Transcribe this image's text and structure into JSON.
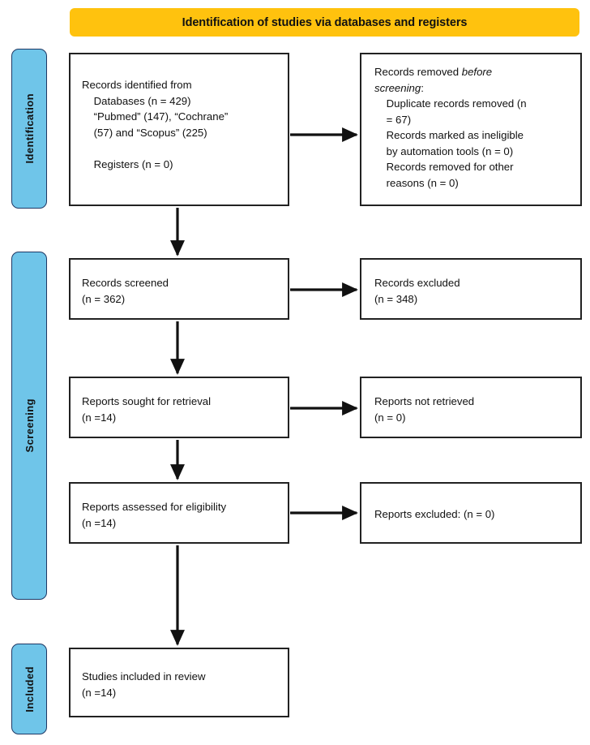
{
  "header": {
    "title": "Identification of studies via databases and registers",
    "background_color": "#FFC20E"
  },
  "phases": {
    "accent_color": "#6FC5E9",
    "border_color": "#1F3864",
    "identification": "Identification",
    "screening": "Screening",
    "included": "Included"
  },
  "boxes": {
    "identified": {
      "line1": "Records identified from",
      "line2": "    Databases (n = 429)",
      "line3": "    “Pubmed” (147), “Cochrane”",
      "line4": "    (57) and “Scopus” (225)",
      "line5": "",
      "line6": "    Registers (n = 0)"
    },
    "removed": {
      "line1_prefix": "Records removed ",
      "line1_italic": "before",
      "line2_italic": "screening",
      "line2_suffix": ":",
      "line3": "    Duplicate records removed (n",
      "line4": "    = 67)",
      "line5": "    Records marked as ineligible",
      "line6": "    by automation tools (n = 0)",
      "line7": "    Records removed for other",
      "line8": "    reasons (n = 0)"
    },
    "screened": {
      "line1": "Records screened",
      "line2": "(n = 362)"
    },
    "excluded": {
      "line1": "Records excluded",
      "line2": "(n = 348)"
    },
    "sought": {
      "line1": "Reports sought for retrieval",
      "line2": "(n =14)"
    },
    "not_retrieved": {
      "line1": "Reports not retrieved",
      "line2": "(n = 0)"
    },
    "assessed": {
      "line1": "Reports assessed for eligibility",
      "line2": "(n =14)"
    },
    "reports_excluded": {
      "line1": "Reports excluded: (n = 0)"
    },
    "included": {
      "line1": "Studies included in review",
      "line2": "(n =14)"
    }
  },
  "chart_data": {
    "type": "diagram",
    "title": "PRISMA 2020 flow diagram",
    "nodes": [
      {
        "id": "identified",
        "phase": "Identification",
        "label": "Records identified from Databases (n = 429); “Pubmed” (147), “Cochrane” (57) and “Scopus” (225); Registers (n = 0)",
        "n": 429
      },
      {
        "id": "removed",
        "phase": "Identification",
        "label": "Records removed before screening: Duplicate records removed (n = 67); Records marked as ineligible by automation tools (n = 0); Records removed for other reasons (n = 0)",
        "n": 67
      },
      {
        "id": "screened",
        "phase": "Screening",
        "label": "Records screened",
        "n": 362
      },
      {
        "id": "excluded",
        "phase": "Screening",
        "label": "Records excluded",
        "n": 348
      },
      {
        "id": "sought",
        "phase": "Screening",
        "label": "Reports sought for retrieval",
        "n": 14
      },
      {
        "id": "not_retrieved",
        "phase": "Screening",
        "label": "Reports not retrieved",
        "n": 0
      },
      {
        "id": "assessed",
        "phase": "Screening",
        "label": "Reports assessed for eligibility",
        "n": 14
      },
      {
        "id": "reports_excluded",
        "phase": "Screening",
        "label": "Reports excluded",
        "n": 0
      },
      {
        "id": "included",
        "phase": "Included",
        "label": "Studies included in review",
        "n": 14
      }
    ],
    "edges": [
      {
        "from": "identified",
        "to": "removed",
        "direction": "right"
      },
      {
        "from": "identified",
        "to": "screened",
        "direction": "down"
      },
      {
        "from": "screened",
        "to": "excluded",
        "direction": "right"
      },
      {
        "from": "screened",
        "to": "sought",
        "direction": "down"
      },
      {
        "from": "sought",
        "to": "not_retrieved",
        "direction": "right"
      },
      {
        "from": "sought",
        "to": "assessed",
        "direction": "down"
      },
      {
        "from": "assessed",
        "to": "reports_excluded",
        "direction": "right"
      },
      {
        "from": "assessed",
        "to": "included",
        "direction": "down"
      }
    ]
  }
}
